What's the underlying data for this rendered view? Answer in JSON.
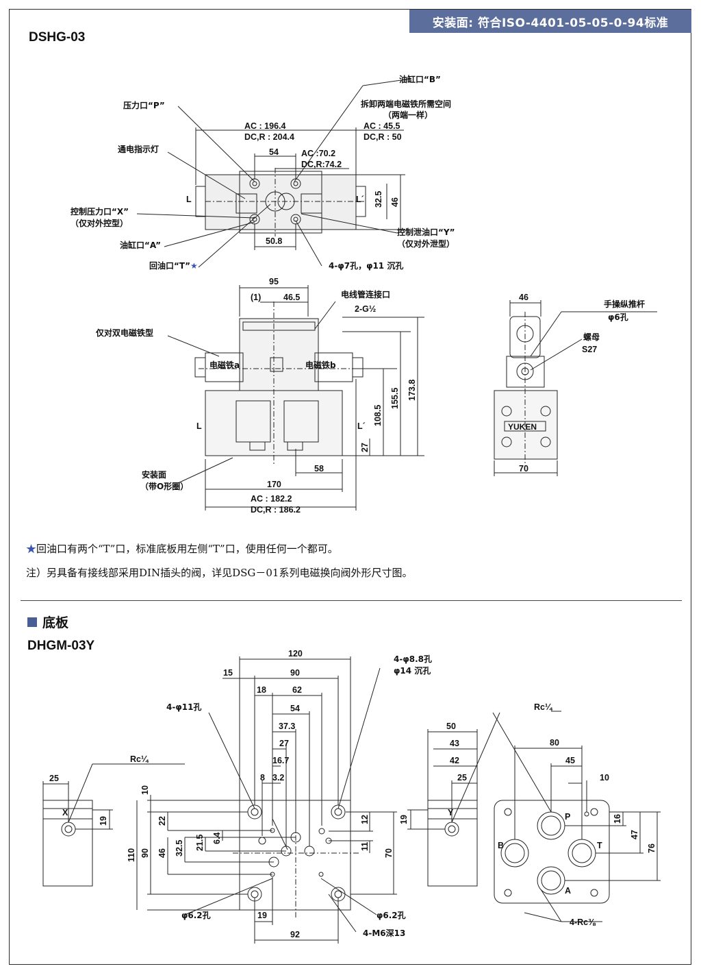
{
  "banner": "安装面: 符合ISO-4401-05-05-0-94标准",
  "top_model": "DSHG-03",
  "notes": {
    "star": "★",
    "note1": "回油口有两个“T”口，标准底板用左侧“T”口，使用任何一个都可。",
    "note2": "注）另具备有接线部采用DIN插头的阀，详见DSG－01系列电磁换向阀外形尺寸图。"
  },
  "section_title": "底板",
  "bottom_model": "DHGM-03Y",
  "top_view": {
    "port_b": "油缸口“B”",
    "port_p": "压力口“P”",
    "removal_space": "拆卸两端电磁铁所需空间",
    "removal_space2": "（两端一样）",
    "dim_ac_total": "AC    : 196.4",
    "dim_dc_total": "DC,R : 204.4",
    "dim_ac_side": "AC    : 45.5",
    "dim_dc_side": "DC,R : 50",
    "indicator": "通电指示灯",
    "dim_54": "54",
    "dim_ac_mid": "AC  :70.2",
    "dim_dc_mid": "DC,R:74.2",
    "l_left": "L",
    "l_right": "L´",
    "dim_32_5": "32.5",
    "dim_46": "46",
    "port_x": "控制压力口“X”",
    "port_x_note": "（仅对外控型）",
    "port_y": "控制泄油口“Y”",
    "port_y_note": "（仅对外泄型）",
    "port_a": "油缸口“A”",
    "dim_50_8": "50.8",
    "port_t": "回油口“T”",
    "holes": "4-φ7孔，φ11 沉孔"
  },
  "front_view": {
    "dim_95": "95",
    "dim_1": "(1)",
    "dim_46_5": "46.5",
    "conduit": "电线管连接口",
    "conduit_size": "2-G½",
    "double_only": "仅对双电磁铁型",
    "sol_a": "电磁铁a",
    "sol_b": "电磁铁b",
    "l_left": "L",
    "l_right": "L´",
    "dim_108_5": "108.5",
    "dim_155_5": "155.5",
    "dim_173_8": "173.8",
    "dim_27": "27",
    "dim_58": "58",
    "mount_face": "安装面",
    "mount_face_note": "（带O形圈）",
    "dim_170": "170",
    "dim_ac": "AC    : 182.2",
    "dim_dc": "DC,R : 186.2"
  },
  "side_view": {
    "dim_46": "46",
    "manual_pin": "手操纵推杆",
    "manual_pin_size": "φ6孔",
    "nut": "螺母",
    "nut_size": "S27",
    "brand": "YUKEN",
    "dim_70": "70"
  },
  "subplate_left": {
    "dim_25": "25",
    "port_x": "X",
    "dim_19": "19",
    "rc": "Rc¼"
  },
  "subplate_center": {
    "dim_120": "120",
    "dim_15": "15",
    "dim_90": "90",
    "holes_8_8": "4-φ8.8孔",
    "holes_14": "φ14 沉孔",
    "dim_18": "18",
    "dim_62": "62",
    "holes_11": "4-φ11孔",
    "dim_54": "54",
    "dim_37_3": "37.3",
    "dim_27": "27",
    "dim_16_7": "16.7",
    "dim_8": "8",
    "dim_3_2": "3.2",
    "dim_10": "10",
    "dim_22": "22",
    "dim_110": "110",
    "dim_90v": "90",
    "dim_46": "46",
    "dim_32_5": "32.5",
    "dim_21_5": "21.5",
    "dim_6_4": "6.4",
    "dim_12": "12",
    "dim_11": "11",
    "dim_70": "70",
    "hole_6_2_left": "φ6.2孔",
    "dim_19": "19",
    "hole_6_2_right": "φ6.2孔",
    "dim_92": "92",
    "m6": "4-M6深13"
  },
  "subplate_right_side": {
    "dim_50": "50",
    "dim_43": "43",
    "dim_42": "42",
    "dim_25": "25",
    "dim_19": "19",
    "port_y": "Y"
  },
  "subplate_bottom": {
    "rc": "Rc¼",
    "dim_80": "80",
    "dim_45": "45",
    "dim_10": "10",
    "port_p": "P",
    "port_b": "B",
    "port_t": "T",
    "port_a": "A",
    "dim_16": "16",
    "dim_47": "47",
    "dim_76": "76",
    "rc_ports": "4-Rc⅜"
  }
}
